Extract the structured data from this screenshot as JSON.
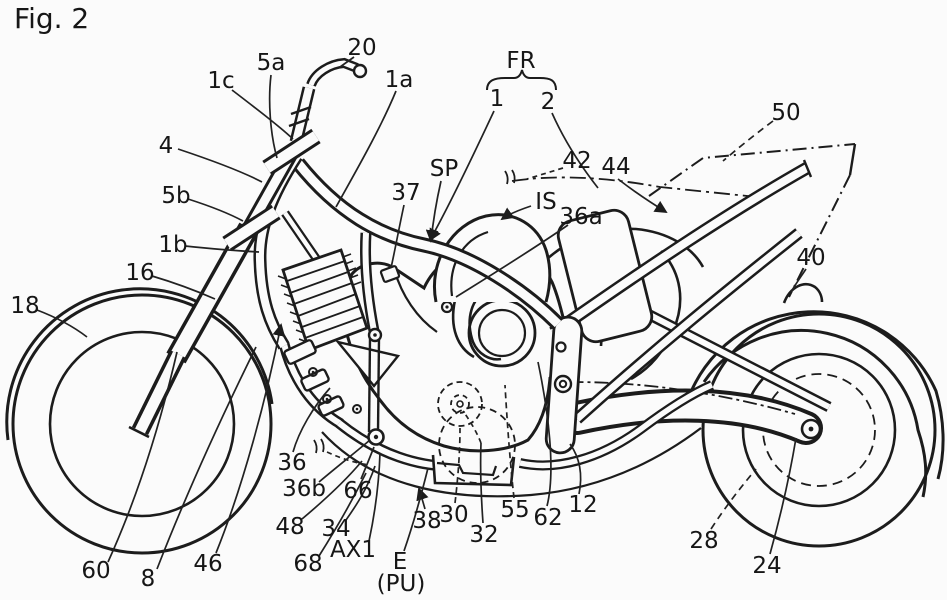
{
  "figure": {
    "title": "Fig. 2"
  },
  "drawing": {
    "subject": "patent line drawing, right-side view of a motorcycle chassis with engine, frame, swingarm and wheels",
    "ink_color": "#1c1c1c",
    "background_color": "#fbfbfb",
    "line_styles": [
      "solid",
      "dashed hidden lines",
      "dash-dot phantom outlines"
    ]
  },
  "callout_groups": [
    {
      "label": "FR",
      "members": [
        "1",
        "2"
      ],
      "note_shape": "curly brace under FR spanning 1 and 2"
    }
  ],
  "labels": [
    {
      "text": "5a"
    },
    {
      "text": "20"
    },
    {
      "text": "1c"
    },
    {
      "text": "1a"
    },
    {
      "text": "4"
    },
    {
      "text": "5b"
    },
    {
      "text": "1b"
    },
    {
      "text": "16"
    },
    {
      "text": "18"
    },
    {
      "text": "FR"
    },
    {
      "text": "1"
    },
    {
      "text": "2"
    },
    {
      "text": "SP"
    },
    {
      "text": "37"
    },
    {
      "text": "42"
    },
    {
      "text": "44"
    },
    {
      "text": "IS"
    },
    {
      "text": "36a"
    },
    {
      "text": "50"
    },
    {
      "text": "40"
    },
    {
      "text": "36"
    },
    {
      "text": "36b"
    },
    {
      "text": "66"
    },
    {
      "text": "48"
    },
    {
      "text": "34"
    },
    {
      "text": "AX1"
    },
    {
      "text": "68"
    },
    {
      "text": "60"
    },
    {
      "text": "8"
    },
    {
      "text": "46"
    },
    {
      "text": "38"
    },
    {
      "text": "30"
    },
    {
      "text": "32"
    },
    {
      "text": "55"
    },
    {
      "text": "62"
    },
    {
      "text": "12"
    },
    {
      "text": "28"
    },
    {
      "text": "24"
    },
    {
      "text": "E"
    },
    {
      "text": "(PU)"
    }
  ]
}
